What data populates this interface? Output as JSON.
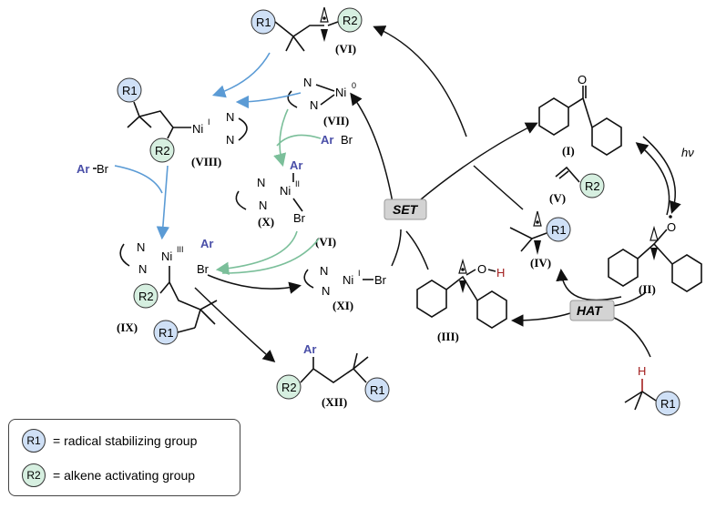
{
  "groups": {
    "r1": "R1",
    "r2": "R2",
    "r1_color": "#cfe0f6",
    "r2_color": "#d6efe0"
  },
  "legend": {
    "r1_text": "= radical stabilizing group",
    "r2_text": "= alkene activating group"
  },
  "compounds": {
    "I": "(I)",
    "II": "(II)",
    "III": "(III)",
    "IV": "(IV)",
    "V": "(V)",
    "VI": "(VI)",
    "VII": "(VII)",
    "VIII": "(VIII)",
    "IX": "(IX)",
    "X": "(X)",
    "XI": "(XI)",
    "XII": "(XII)"
  },
  "steps": {
    "set": "SET",
    "hat": "HAT",
    "hv": "hν"
  },
  "reagents": {
    "ar": "Ar",
    "br": "Br",
    "ar_br": "Ar—Br",
    "h": "H",
    "o": "O",
    "oh": "O–H",
    "n": "N"
  },
  "nickel": {
    "ni0": "Ni",
    "ni0_ox": "0",
    "ni1": "Ni",
    "ni1_ox": "I",
    "ni2": "Ni",
    "ni2_ox": "II",
    "ni3": "Ni",
    "ni3_ox": "III"
  }
}
